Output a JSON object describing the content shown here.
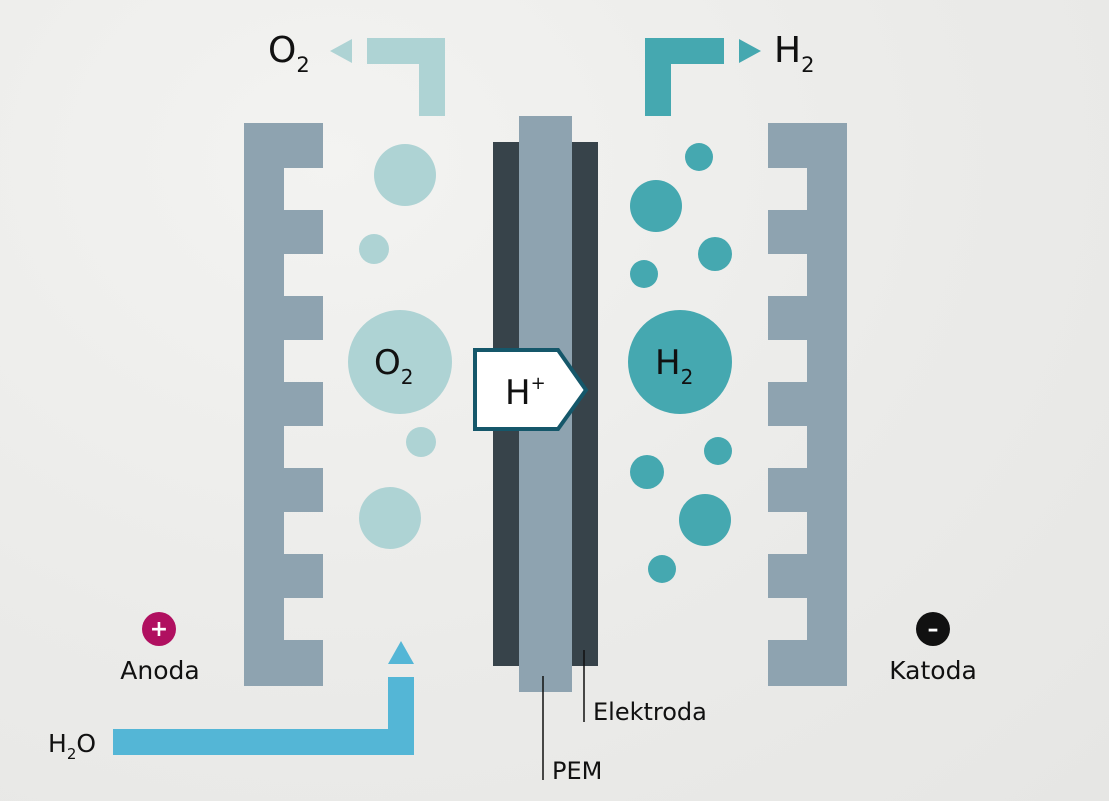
{
  "outputs": {
    "oxygen": {
      "main": "O",
      "sub": "2"
    },
    "hydrogen": {
      "main": "H",
      "sub": "2"
    }
  },
  "bubbles": {
    "oxygen": {
      "main": "O",
      "sub": "2"
    },
    "hydrogen": {
      "main": "H",
      "sub": "2"
    }
  },
  "proton": {
    "main": "H",
    "sup": "+"
  },
  "anode": {
    "label": "Anoda",
    "sign": "+"
  },
  "cathode": {
    "label": "Katoda",
    "sign": "–"
  },
  "water_input": {
    "main": "H",
    "sub": "2",
    "tail": "O"
  },
  "electrode_label": "Elektroda",
  "membrane_label": "PEM",
  "colors": {
    "plate": "#8ea3b0",
    "electrode": "#37434a",
    "membrane": "#8ea3b0",
    "oxygen_bubble": "#aed3d4",
    "hydrogen_bubble": "#45a8b0",
    "water_pipe": "#54b6d6",
    "anode_badge": "#b01060",
    "cathode_badge": "#111111",
    "proton_border": "#15576a"
  }
}
